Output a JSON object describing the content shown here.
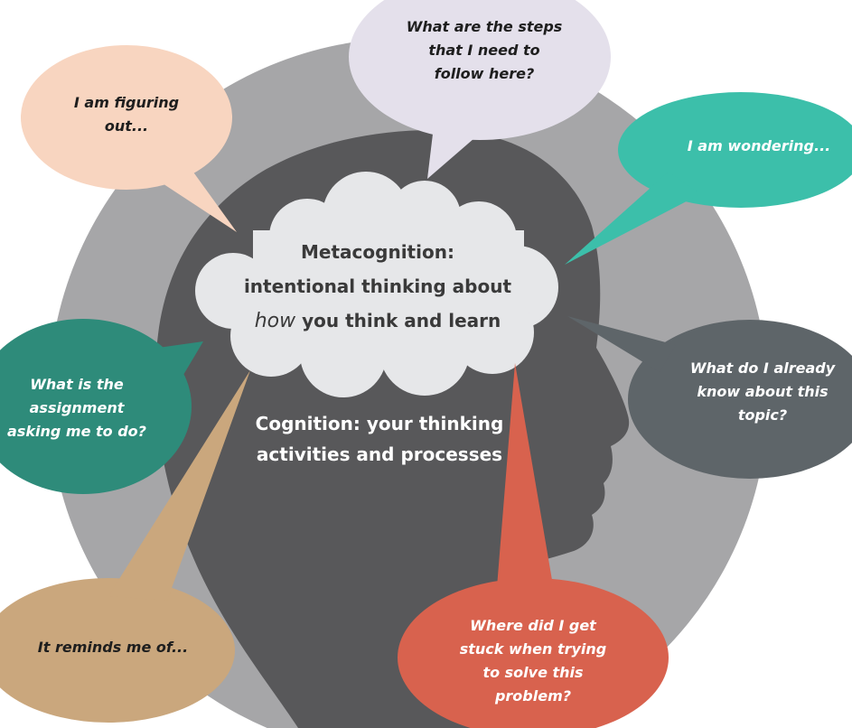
{
  "colors": {
    "ring": "#a6a6a8",
    "head": "#58585a",
    "cloud": "#e6e7e9",
    "peach": "#f8d5c0",
    "lavender": "#e4e0eb",
    "teal": "#3cbfaa",
    "slate": "#5e6569",
    "green": "#2e8b7a",
    "tan": "#caa77d",
    "red": "#d8624e"
  },
  "center": {
    "metacognition_title": "Metacognition:",
    "metacognition_line2": "intentional thinking about",
    "metacognition_how": "how",
    "metacognition_rest": " you think and learn",
    "cognition_line1": "Cognition: your thinking",
    "cognition_line2": "activities and processes"
  },
  "bubbles": {
    "figuring": "I am figuring\nout...",
    "steps": "What are the steps\nthat I need to\nfollow here?",
    "wondering": "I am wondering...",
    "assignment": "What is the\nassignment\nasking me to do?",
    "already_know": "What do I already\nknow about this\ntopic?",
    "reminds": "It reminds me of...",
    "stuck": "Where did I get\nstuck when trying\nto solve this\nproblem?"
  }
}
